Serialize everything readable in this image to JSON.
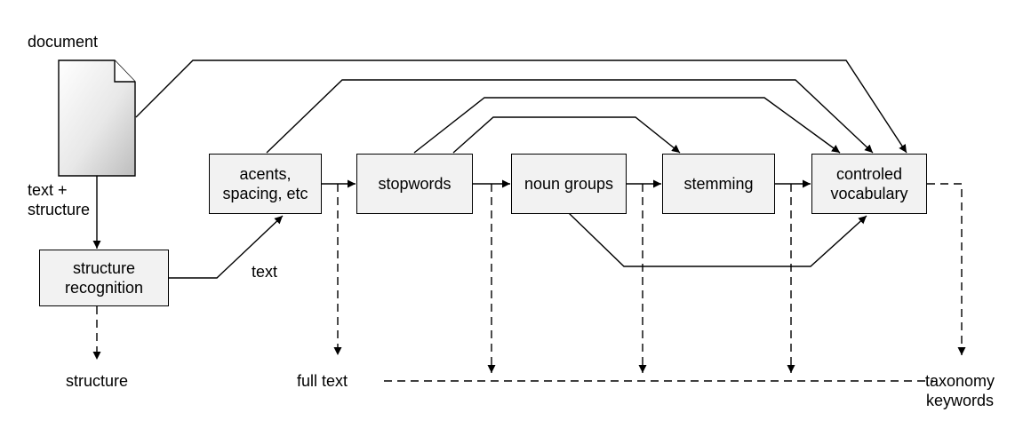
{
  "labels": {
    "document": "document",
    "text_structure": "text +\nstructure",
    "text": "text",
    "structure": "structure",
    "full_text": "full text",
    "taxonomy_keywords": "taxonomy\nkeywords"
  },
  "boxes": {
    "structure_recognition": "structure\nrecognition",
    "accents": "acents,\nspacing, etc",
    "stopwords": "stopwords",
    "noun_groups": "noun groups",
    "stemming": "stemming",
    "controlled_vocabulary": "controled\nvocabulary"
  }
}
